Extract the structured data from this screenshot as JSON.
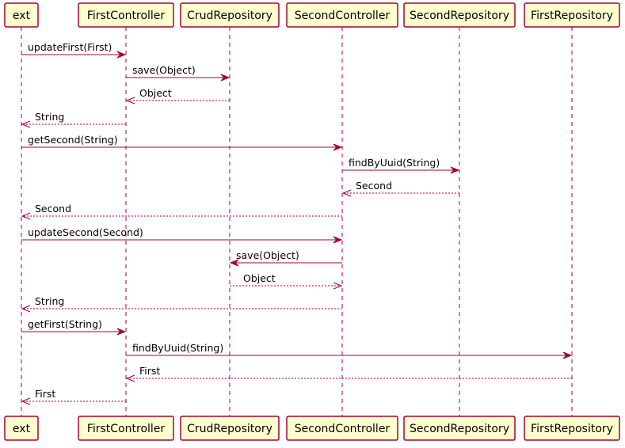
{
  "participants": [
    {
      "id": "ext",
      "label": "ext"
    },
    {
      "id": "fc",
      "label": "FirstController"
    },
    {
      "id": "cr",
      "label": "CrudRepository"
    },
    {
      "id": "sc",
      "label": "SecondController"
    },
    {
      "id": "sr",
      "label": "SecondRepository"
    },
    {
      "id": "fr",
      "label": "FirstRepository"
    }
  ],
  "messages": [
    {
      "from": "ext",
      "to": "fc",
      "label": "updateFirst(First)",
      "type": "call"
    },
    {
      "from": "fc",
      "to": "cr",
      "label": "save(Object)",
      "type": "call"
    },
    {
      "from": "cr",
      "to": "fc",
      "label": "Object",
      "type": "reply"
    },
    {
      "from": "fc",
      "to": "ext",
      "label": "String",
      "type": "reply"
    },
    {
      "from": "ext",
      "to": "sc",
      "label": "getSecond(String)",
      "type": "call"
    },
    {
      "from": "sc",
      "to": "sr",
      "label": "findByUuid(String)",
      "type": "call"
    },
    {
      "from": "sr",
      "to": "sc",
      "label": "Second",
      "type": "reply"
    },
    {
      "from": "sc",
      "to": "ext",
      "label": "Second",
      "type": "reply"
    },
    {
      "from": "ext",
      "to": "sc",
      "label": "updateSecond(Second)",
      "type": "call"
    },
    {
      "from": "sc",
      "to": "cr",
      "label": "save(Object)",
      "type": "call"
    },
    {
      "from": "cr",
      "to": "sc",
      "label": "Object",
      "type": "reply"
    },
    {
      "from": "sc",
      "to": "ext",
      "label": "String",
      "type": "reply"
    },
    {
      "from": "ext",
      "to": "fc",
      "label": "getFirst(String)",
      "type": "call"
    },
    {
      "from": "fc",
      "to": "fr",
      "label": "findByUuid(String)",
      "type": "call"
    },
    {
      "from": "fr",
      "to": "fc",
      "label": "First",
      "type": "reply"
    },
    {
      "from": "fc",
      "to": "ext",
      "label": "First",
      "type": "reply"
    }
  ],
  "colors": {
    "line": "#a80036",
    "participant_fill": "#fefece",
    "participant_border": "#a80036"
  }
}
